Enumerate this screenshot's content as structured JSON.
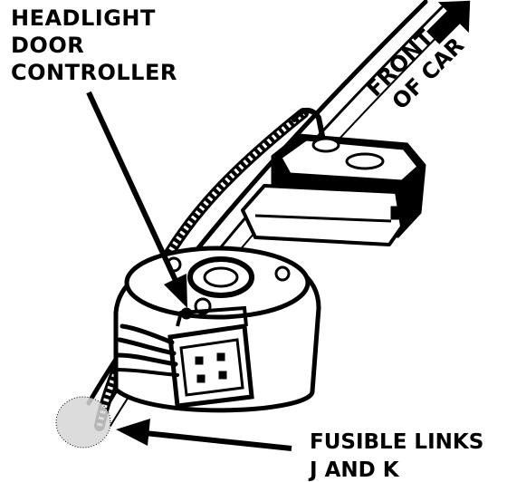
{
  "labels": {
    "headlight_door_controller": [
      "HEADLIGHT",
      "DOOR",
      "CONTROLLER"
    ],
    "front_of_car": [
      "FRONT",
      "OF CAR"
    ],
    "fusible_links": [
      "FUSIBLE LINKS",
      "J AND K"
    ]
  },
  "colors": {
    "ink": "#000000",
    "paper": "#ffffff",
    "shade": "#d6d6d6"
  }
}
